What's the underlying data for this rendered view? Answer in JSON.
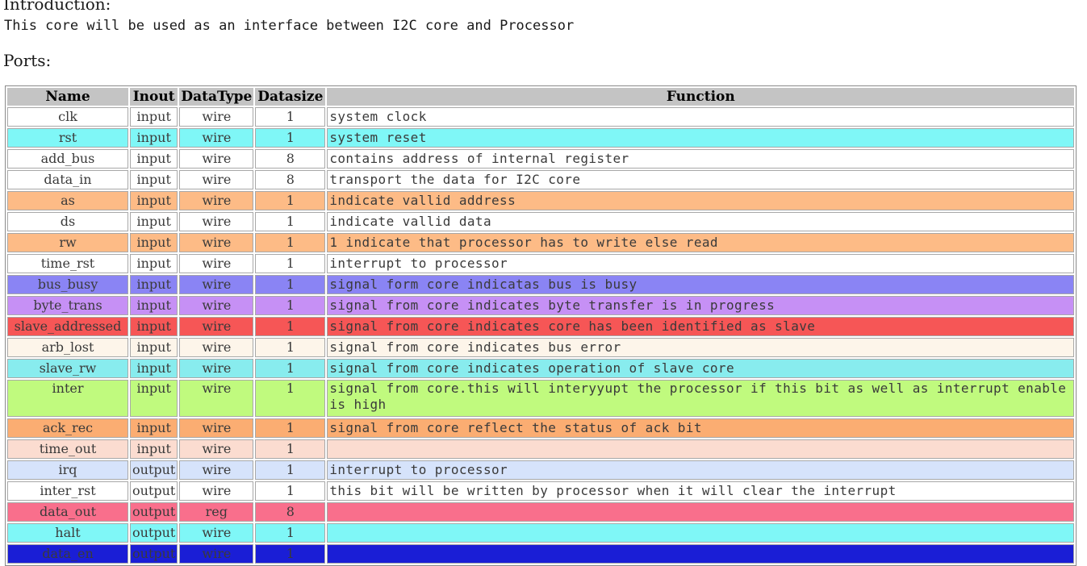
{
  "intro": {
    "heading": "Introduction:",
    "text": "This core will be used as an interface between I2C core and Processor"
  },
  "ports": {
    "heading": "Ports:",
    "columns": [
      "Name",
      "Inout",
      "DataType",
      "Datasize",
      "Function"
    ],
    "rows": [
      {
        "name": "clk",
        "inout": "input",
        "datatype": "wire",
        "datasize": "1",
        "function": "system clock",
        "color": "#ffffff"
      },
      {
        "name": "rst",
        "inout": "input",
        "datatype": "wire",
        "datasize": "1",
        "function": "system reset",
        "color": "#7ff7f7"
      },
      {
        "name": "add_bus",
        "inout": "input",
        "datatype": "wire",
        "datasize": "8",
        "function": "contains address of internal register",
        "color": "#ffffff"
      },
      {
        "name": "data_in",
        "inout": "input",
        "datatype": "wire",
        "datasize": "8",
        "function": "transport the data for I2C core",
        "color": "#ffffff"
      },
      {
        "name": "as",
        "inout": "input",
        "datatype": "wire",
        "datasize": "1",
        "function": "indicate vallid address",
        "color": "#fdbb86"
      },
      {
        "name": "ds",
        "inout": "input",
        "datatype": "wire",
        "datasize": "1",
        "function": "indicate vallid data",
        "color": "#ffffff"
      },
      {
        "name": "rw",
        "inout": "input",
        "datatype": "wire",
        "datasize": "1",
        "function": "1 indicate that processor has to write else read",
        "color": "#fdbb86"
      },
      {
        "name": "time_rst",
        "inout": "input",
        "datatype": "wire",
        "datasize": "1",
        "function": "interrupt to processor",
        "color": "#ffffff"
      },
      {
        "name": "bus_busy",
        "inout": "input",
        "datatype": "wire",
        "datasize": "1",
        "function": "signal form core indicatas bus is busy",
        "color": "#8a84f4"
      },
      {
        "name": "byte_trans",
        "inout": "input",
        "datatype": "wire",
        "datasize": "1",
        "function": "signal from core indicates byte transfer is in progress",
        "color": "#c690f5"
      },
      {
        "name": "slave_addressed",
        "inout": "input",
        "datatype": "wire",
        "datasize": "1",
        "function": "signal from core indicates core has been identified as slave",
        "color": "#f65656"
      },
      {
        "name": "arb_lost",
        "inout": "input",
        "datatype": "wire",
        "datasize": "1",
        "function": "signal from core indicates bus error",
        "color": "#fdf5ea"
      },
      {
        "name": "slave_rw",
        "inout": "input",
        "datatype": "wire",
        "datasize": "1",
        "function": "signal from core indicates operation of slave core",
        "color": "#88ecee"
      },
      {
        "name": "inter",
        "inout": "input",
        "datatype": "wire",
        "datasize": "1",
        "function": "signal from core.this will interyyupt the processor if this bit as well as interrupt enable is high",
        "color": "#c0fa7e"
      },
      {
        "name": "ack_rec",
        "inout": "input",
        "datatype": "wire",
        "datasize": "1",
        "function": "signal from core reflect the status of ack bit",
        "color": "#fbad72"
      },
      {
        "name": "time_out",
        "inout": "input",
        "datatype": "wire",
        "datasize": "1",
        "function": "",
        "color": "#fbdcd0"
      },
      {
        "name": "irq",
        "inout": "output",
        "datatype": "wire",
        "datasize": "1",
        "function": "interrupt to processor",
        "color": "#d6e3fb"
      },
      {
        "name": "inter_rst",
        "inout": "output",
        "datatype": "wire",
        "datasize": "1",
        "function": "this bit will be written by processor when it will clear the interrupt",
        "color": "#ffffff"
      },
      {
        "name": "data_out",
        "inout": "output",
        "datatype": "reg",
        "datasize": "8",
        "function": "",
        "color": "#f96f8c"
      },
      {
        "name": "halt",
        "inout": "output",
        "datatype": "wire",
        "datasize": "1",
        "function": "",
        "color": "#7ff7f7"
      },
      {
        "name": "data_en",
        "inout": "output",
        "datatype": "wire",
        "datasize": "1",
        "function": "",
        "color": "#1a1ed6"
      }
    ]
  }
}
